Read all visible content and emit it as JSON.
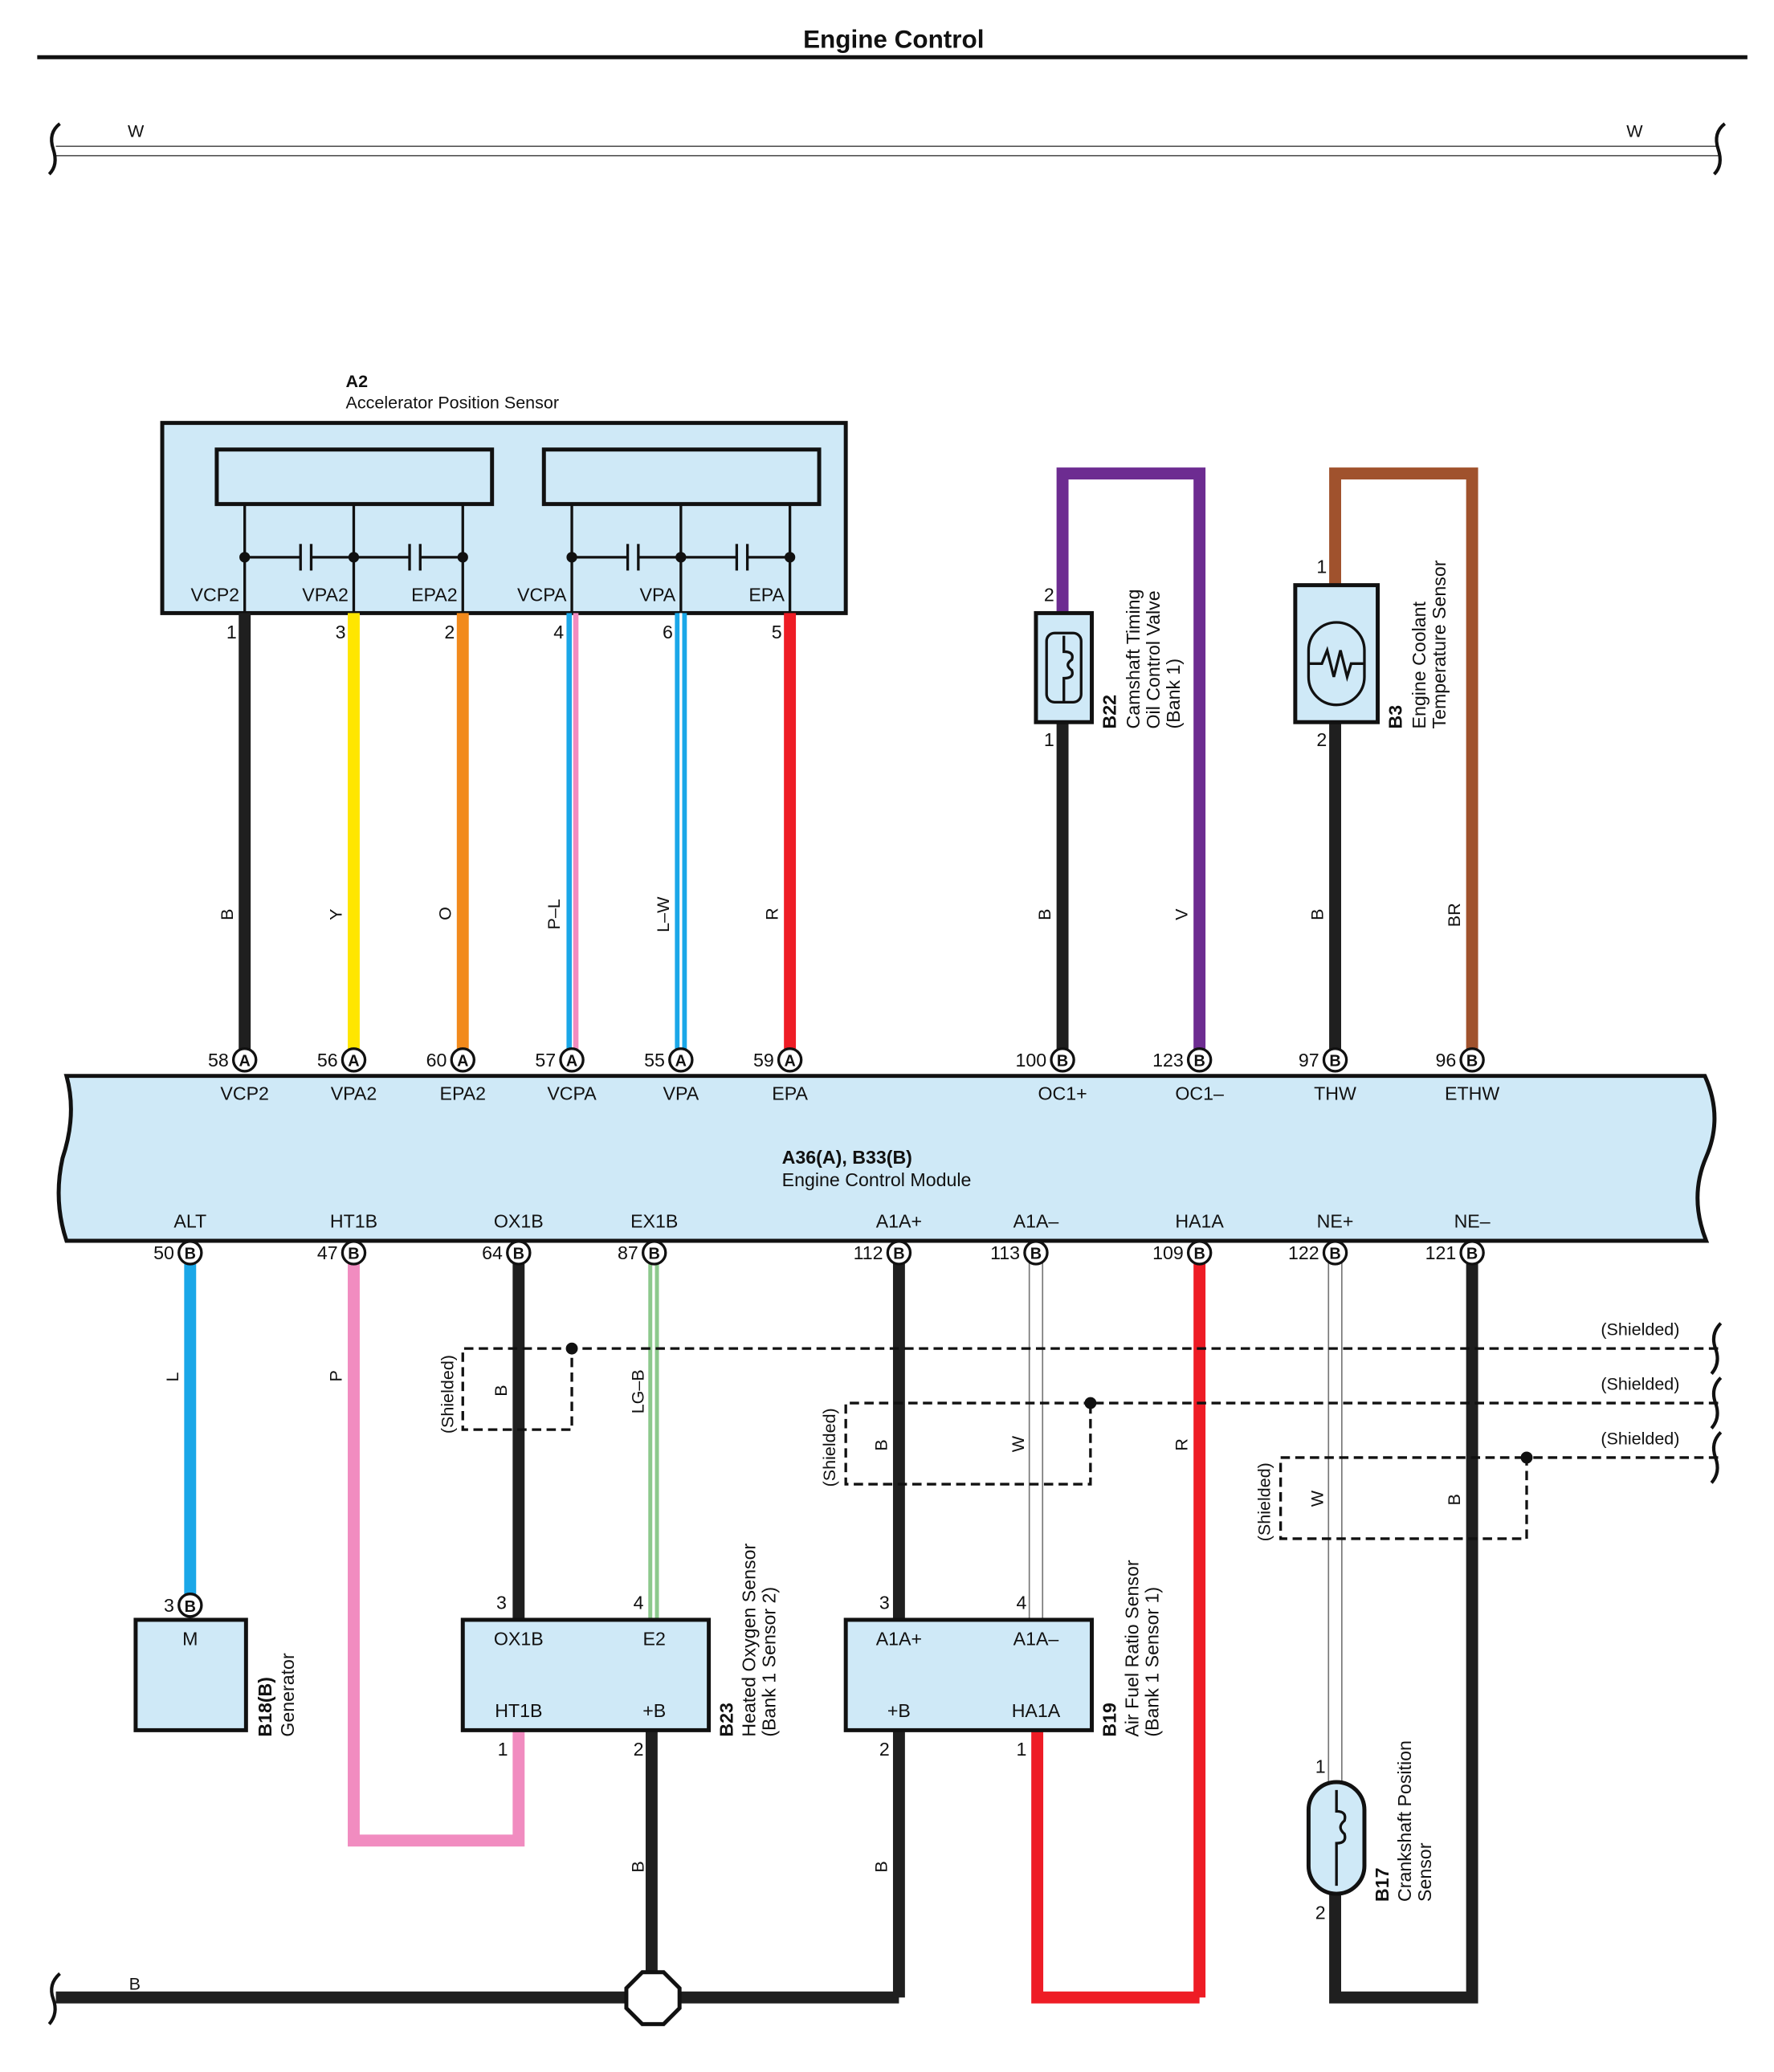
{
  "title": "Engine Control",
  "top_wire": {
    "left_label": "W",
    "right_label": "W"
  },
  "bottom_wire": {
    "label": "B"
  },
  "colors": {
    "B": "#1f1f1f",
    "Y": "#ffe600",
    "O": "#f28a1c",
    "P": "#f18cc0",
    "L": "#1aa7e8",
    "W": "#ffffff",
    "R": "#ee1c25",
    "V": "#6d2c91",
    "BR": "#a0522d",
    "LG": "#8cc98c",
    "box_fill": "#cfe9f7",
    "stroke": "#1f1f1f"
  },
  "sensors": {
    "a2": {
      "code": "A2",
      "name": "Accelerator Position Sensor",
      "terminals": [
        "VCP2",
        "VPA2",
        "EPA2",
        "VCPA",
        "VPA",
        "EPA"
      ],
      "pins": [
        "1",
        "3",
        "2",
        "4",
        "6",
        "5"
      ]
    },
    "b22": {
      "code": "B22",
      "line1": "Camshaft Timing",
      "line2": "Oil Control Valve",
      "line3": "(Bank 1)",
      "pin_top": "2",
      "pin_bottom": "1"
    },
    "b3": {
      "code": "B3",
      "line1": "Engine Coolant",
      "line2": "Temperature Sensor",
      "pin_top": "1",
      "pin_bottom": "2"
    },
    "b18": {
      "code": "B18(B)",
      "name": "Generator",
      "terminal": "M",
      "pin": "3",
      "connector": "B"
    },
    "b23": {
      "code": "B23",
      "line1": "Heated Oxygen Sensor",
      "line2": "(Bank 1 Sensor 2)",
      "terminals": [
        "OX1B",
        "E2",
        "HT1B",
        "+B"
      ],
      "pins": [
        "3",
        "4",
        "1",
        "2"
      ]
    },
    "b19": {
      "code": "B19",
      "line1": "Air Fuel Ratio Sensor",
      "line2": "(Bank 1 Sensor 1)",
      "terminals": [
        "A1A+",
        "A1A–",
        "+B",
        "HA1A"
      ],
      "pins": [
        "3",
        "4",
        "2",
        "1"
      ]
    },
    "b17": {
      "code": "B17",
      "line1": "Crankshaft Position",
      "line2": "Sensor",
      "pin_top": "1",
      "pin_bottom": "2"
    }
  },
  "ecm": {
    "code": "A36(A), B33(B)",
    "name": "Engine Control Module",
    "top_pins": [
      {
        "term": "VCP2",
        "num": "58",
        "conn": "A",
        "wire": "B"
      },
      {
        "term": "VPA2",
        "num": "56",
        "conn": "A",
        "wire": "Y"
      },
      {
        "term": "EPA2",
        "num": "60",
        "conn": "A",
        "wire": "O"
      },
      {
        "term": "VCPA",
        "num": "57",
        "conn": "A",
        "wire": "P–L"
      },
      {
        "term": "VPA",
        "num": "55",
        "conn": "A",
        "wire": "L–W"
      },
      {
        "term": "EPA",
        "num": "59",
        "conn": "A",
        "wire": "R"
      },
      {
        "term": "OC1+",
        "num": "100",
        "conn": "B",
        "wire": "B"
      },
      {
        "term": "OC1–",
        "num": "123",
        "conn": "B",
        "wire": "V"
      },
      {
        "term": "THW",
        "num": "97",
        "conn": "B",
        "wire": "B"
      },
      {
        "term": "ETHW",
        "num": "96",
        "conn": "B",
        "wire": "BR"
      }
    ],
    "bottom_pins": [
      {
        "term": "ALT",
        "num": "50",
        "conn": "B",
        "wire": "L"
      },
      {
        "term": "HT1B",
        "num": "47",
        "conn": "B",
        "wire": "P"
      },
      {
        "term": "OX1B",
        "num": "64",
        "conn": "B",
        "wire": "B"
      },
      {
        "term": "EX1B",
        "num": "87",
        "conn": "B",
        "wire": "LG–B"
      },
      {
        "term": "A1A+",
        "num": "112",
        "conn": "B",
        "wire": "B"
      },
      {
        "term": "A1A–",
        "num": "113",
        "conn": "B",
        "wire": "W"
      },
      {
        "term": "HA1A",
        "num": "109",
        "conn": "B",
        "wire": "R"
      },
      {
        "term": "NE+",
        "num": "122",
        "conn": "B",
        "wire": "W"
      },
      {
        "term": "NE–",
        "num": "121",
        "conn": "B",
        "wire": "B"
      }
    ]
  },
  "lower_wire_labels": {
    "b23_ground": "B",
    "b19_ground": "B"
  },
  "shield": {
    "label": "(Shielded)"
  }
}
